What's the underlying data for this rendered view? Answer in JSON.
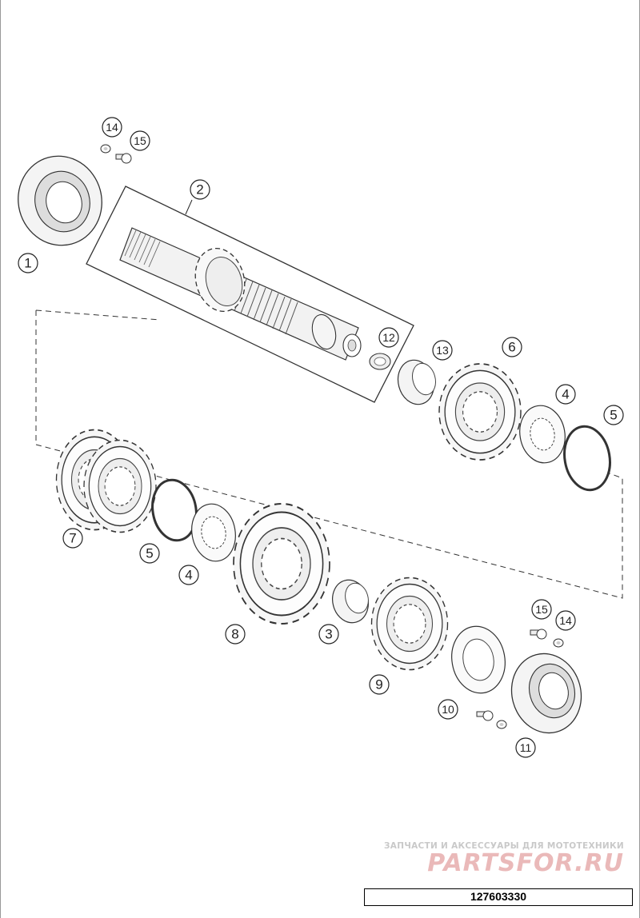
{
  "callouts": {
    "c1": "1",
    "c2": "2",
    "c3": "3",
    "c4a": "4",
    "c4b": "4",
    "c5a": "5",
    "c5b": "5",
    "c6": "6",
    "c7": "7",
    "c8": "8",
    "c9": "9",
    "c10": "10",
    "c11": "11",
    "c12": "12",
    "c13": "13",
    "c14a": "14",
    "c14b": "14",
    "c15a": "15",
    "c15b": "15"
  },
  "watermark": {
    "tagline": "ЗАПЧАСТИ И АКСЕССУАРЫ ДЛЯ МОТОТЕХНИКИ",
    "brand": "PARTSFOR.RU"
  },
  "part_number": "127603330"
}
